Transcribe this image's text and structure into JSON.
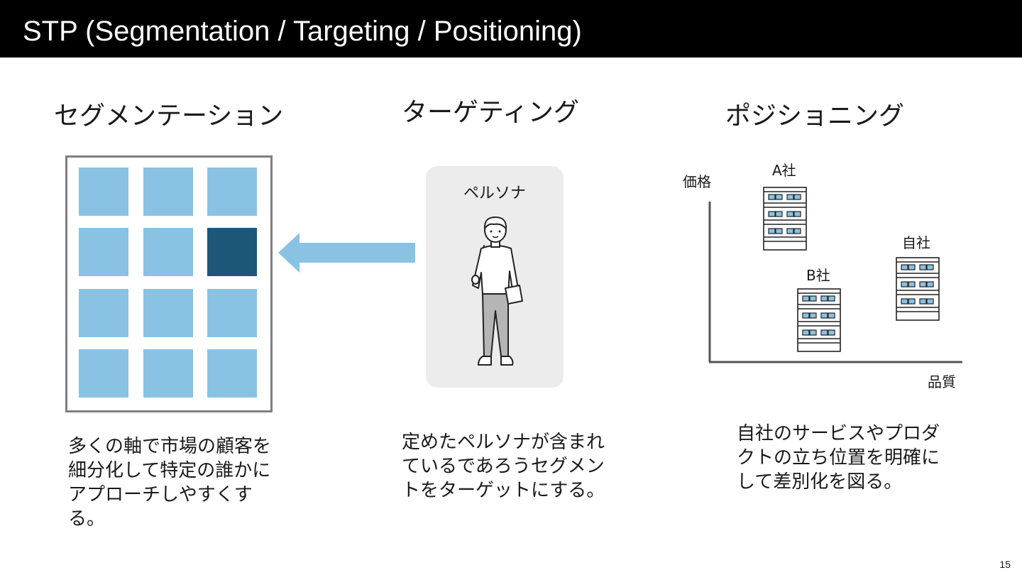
{
  "slide": {
    "title": "STP (Segmentation / Targeting / Positioning)",
    "page_number": "15"
  },
  "colors": {
    "segment": "#8ac2e4",
    "highlighted_segment": "#1e5678",
    "arrow": "#8ac2e4",
    "persona_card": "#ececec"
  },
  "segmentation": {
    "heading": "セグメンテーション",
    "grid": {
      "rows": 4,
      "columns": 3,
      "highlighted": {
        "row": 2,
        "column": 3
      }
    },
    "description": "多くの軸で市場の顧客を細分化して特定の誰かにアプローチしやすくする。"
  },
  "targeting": {
    "heading": "ターゲティング",
    "persona_label": "ペルソナ",
    "icon": "person-icon",
    "description": "定めたペルソナが含まれているであろうセグメントをターゲットにする。"
  },
  "positioning": {
    "heading": "ポジショニング",
    "y_axis_label": "価格",
    "x_axis_label": "品質",
    "companies": [
      {
        "label": "A社",
        "icon": "building-icon"
      },
      {
        "label": "B社",
        "icon": "building-icon"
      },
      {
        "label": "自社",
        "icon": "building-icon"
      }
    ],
    "description": "自社のサービスやプロダクトの立ち位置を明確にして差別化を図る。"
  }
}
